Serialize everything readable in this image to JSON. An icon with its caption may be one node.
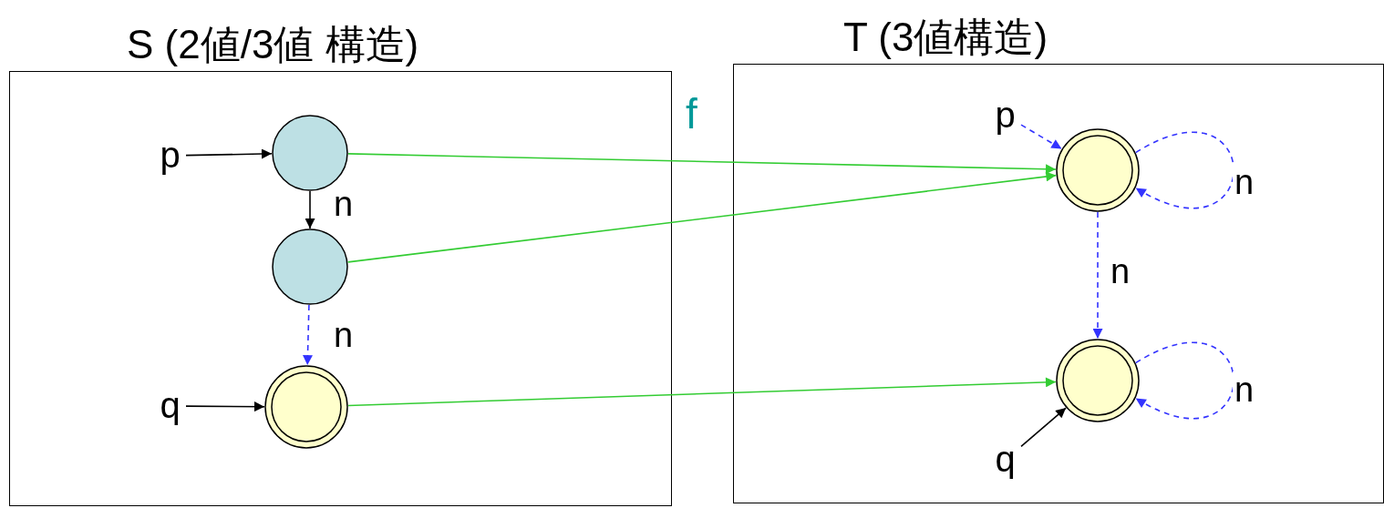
{
  "diagram": {
    "nodes": [
      {
        "text": [
          "S (2値/3値 構造)"
        ]
      },
      {
        "text": [],
        "shape": "circle",
        "in": 0
      },
      {
        "text": [],
        "shape": "circle",
        "in": 0
      },
      {
        "text": [],
        "shape": "circle",
        "in": 0
      },
      {
        "text": [
          "T (3値構造)"
        ]
      },
      {
        "text": [],
        "shape": "circle",
        "in": 4
      },
      {
        "text": [],
        "shape": "circle",
        "in": 4
      },
      {
        "text": [
          "p"
        ],
        "in": 0
      },
      {
        "text": [
          "q"
        ],
        "in": 0
      },
      {
        "text": [
          "p"
        ],
        "in": 4
      },
      {
        "text": [
          "q"
        ],
        "in": 4
      }
    ],
    "edges": [
      {
        "from": 7,
        "to": 1,
        "arrow": "to",
        "color": "#000000"
      },
      {
        "from": 1,
        "to": 2,
        "arrow": "to",
        "label": "n",
        "color": "#000000"
      },
      {
        "from": 2,
        "to": 3,
        "arrow": "to",
        "label": "n",
        "style": "dashed",
        "color": "#3333ff"
      },
      {
        "from": 8,
        "to": 3,
        "arrow": "to",
        "color": "#000000"
      },
      {
        "from": 1,
        "to": 5,
        "arrow": "to",
        "color": "#33cc33"
      },
      {
        "from": 2,
        "to": 5,
        "arrow": "to",
        "color": "#33cc33"
      },
      {
        "from": 3,
        "to": 6,
        "arrow": "to",
        "color": "#33cc33"
      },
      {
        "from": 9,
        "to": 5,
        "arrow": "to",
        "style": "dashed",
        "color": "#3333ff"
      },
      {
        "from": 5,
        "to": 5,
        "arrow": "to",
        "label": "n",
        "style": "dashed",
        "color": "#3333ff"
      },
      {
        "from": 5,
        "to": 6,
        "arrow": "to",
        "label": "n",
        "style": "dashed",
        "color": "#3333ff"
      },
      {
        "from": 6,
        "to": 6,
        "arrow": "to",
        "label": "n",
        "style": "dashed",
        "color": "#3333ff"
      },
      {
        "from": 10,
        "to": 6,
        "arrow": "to",
        "color": "#000000"
      }
    ],
    "labels": [
      "f"
    ]
  }
}
